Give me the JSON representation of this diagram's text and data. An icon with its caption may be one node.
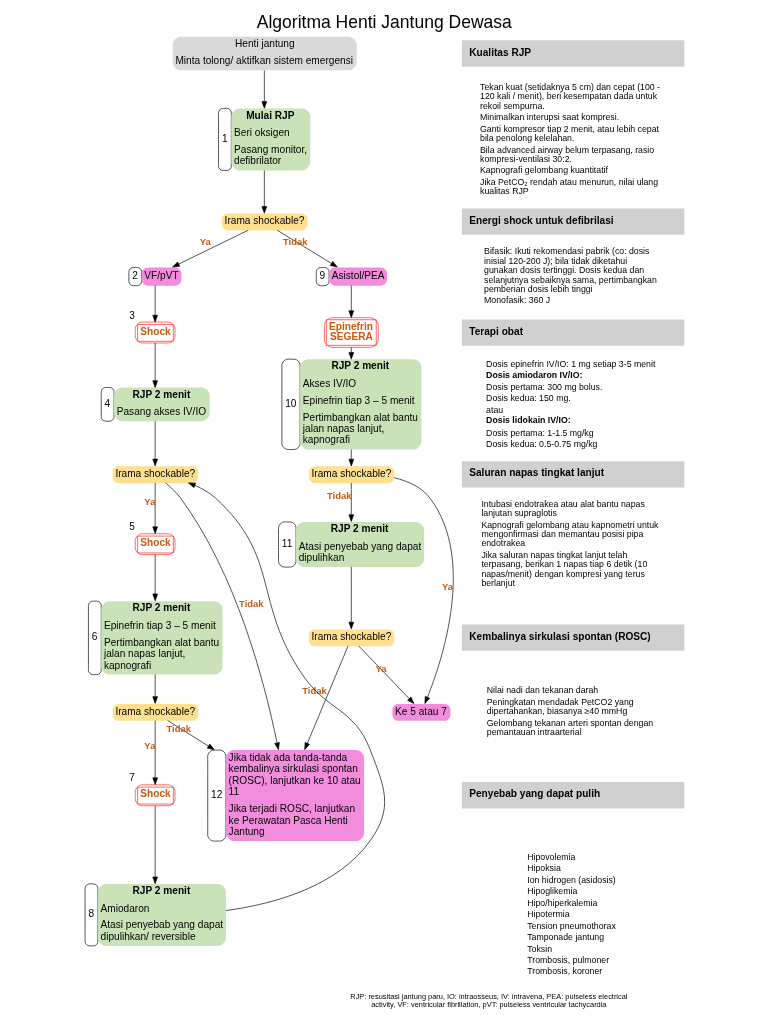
{
  "diagram": {
    "title": "Algoritma Henti Jantung Dewasa",
    "caption": "RJP: resusitasi jantung paru, IO: intraosseus, IV: intravena, PEA: pulseless electrical activity, VF: ventricular fibrillation, pVT: pulseless ventricular tachycardia",
    "nodes": [
      {
        "text": [
          "Henti jantung",
          "Minta tolong/ aktifkan sistem emergensi"
        ]
      },
      {
        "text": [
          "Mulai RJP",
          "Beri oksigen",
          "Pasang monitor, defibrilator"
        ],
        "beside": [
          "1"
        ]
      },
      {
        "text": [
          "Irama shockable?"
        ]
      },
      {
        "text": [
          "VF/pVT"
        ],
        "beside": [
          "2"
        ]
      },
      {
        "text": [
          "Asistol/PEA"
        ],
        "beside": [
          "9"
        ]
      },
      {
        "text": [
          "Shock"
        ],
        "beside": [
          "3"
        ]
      },
      {
        "text": [
          "Epinefrin SEGERA"
        ]
      },
      {
        "text": [
          "RJP 2 menit",
          "Pasang akses IV/IO"
        ],
        "beside": [
          "4"
        ]
      },
      {
        "text": [
          "RJP 2 menit",
          "Akses IV/IO",
          "Epinefrin tiap 3 – 5 menit",
          "Pertimbangkan alat bantu jalan napas lanjut, kapnografi"
        ],
        "beside": [
          "10"
        ]
      },
      {
        "text": [
          "Irama shockable?"
        ]
      },
      {
        "text": [
          "Shock"
        ],
        "beside": [
          "5"
        ]
      },
      {
        "text": [
          "RJP 2 menit",
          "Epinefrin tiap 3 – 5 menit",
          "Pertimbangkan alat bantu jalan napas lanjut, kapnografi"
        ],
        "beside": [
          "6"
        ]
      },
      {
        "text": [
          "Irama shockable?"
        ]
      },
      {
        "text": [
          "RJP 2 menit",
          "Atasi penyebab yang dapat dipulihkan"
        ],
        "beside": [
          "11"
        ]
      },
      {
        "text": [
          "Irama shockable?"
        ]
      },
      {
        "text": [
          "Shock"
        ],
        "beside": [
          "7"
        ]
      },
      {
        "text": [
          "Irama shockable?"
        ]
      },
      {
        "text": [
          "RJP 2 menit",
          "Amiodaron",
          "Atasi penyebab yang dapat dipulihkan/ reversible"
        ],
        "beside": [
          "8"
        ]
      },
      {
        "text": [
          "Jika tidak ada tanda-tanda kembalinya sirkulasi spontan (ROSC), lanjutkan ke 10 atau 11",
          "Jika terjadi ROSC, lanjutkan ke Perawatan Pasca Henti Jantung"
        ],
        "beside": [
          "12"
        ]
      },
      {
        "text": [
          "Ke 5 atau 7"
        ]
      },
      {
        "text": [
          "Kualitas RJP"
        ]
      },
      {
        "text": [
          "Energi shock untuk defibrilasi"
        ]
      },
      {
        "text": [
          "Terapi obat"
        ]
      },
      {
        "text": [
          "Saluran napas tingkat lanjut"
        ]
      },
      {
        "text": [
          "Kembalinya sirkulasi spontan (ROSC)"
        ]
      },
      {
        "text": [
          "Penyebab yang dapat pulih"
        ]
      }
    ],
    "edges": [
      {
        "from": 0,
        "to": 1,
        "arrow": "to"
      },
      {
        "from": 1,
        "to": 2,
        "arrow": "to"
      },
      {
        "from": 2,
        "to": 3,
        "arrow": "to",
        "label": "Ya"
      },
      {
        "from": 2,
        "to": 4,
        "arrow": "to",
        "label": "Tidak"
      },
      {
        "from": 3,
        "to": 5,
        "arrow": "to"
      },
      {
        "from": 5,
        "to": 7,
        "arrow": "to"
      },
      {
        "from": 4,
        "to": 6,
        "arrow": "to"
      },
      {
        "from": 6,
        "to": 8,
        "arrow": "to"
      },
      {
        "from": 7,
        "to": 9,
        "arrow": "to"
      },
      {
        "from": 9,
        "to": 10,
        "arrow": "to",
        "label": "Ya"
      },
      {
        "from": 9,
        "to": 18,
        "arrow": "to",
        "label": "Tidak"
      },
      {
        "from": 10,
        "to": 11,
        "arrow": "to"
      },
      {
        "from": 8,
        "to": 12,
        "arrow": "to"
      },
      {
        "from": 12,
        "to": 19,
        "arrow": "to",
        "label": "Ya"
      },
      {
        "from": 12,
        "to": 13,
        "arrow": "to",
        "label": "Tidak"
      },
      {
        "from": 11,
        "to": 14,
        "arrow": "to"
      },
      {
        "from": 14,
        "to": 18,
        "arrow": "to",
        "label": "Tidak"
      },
      {
        "from": 14,
        "to": 15,
        "arrow": "to",
        "label": "Ya"
      },
      {
        "from": 13,
        "to": 16,
        "arrow": "to"
      },
      {
        "from": 16,
        "to": 18,
        "arrow": "to",
        "label": "Tidak"
      },
      {
        "from": 16,
        "to": 19,
        "arrow": "to",
        "label": "Ya"
      },
      {
        "from": 15,
        "to": 17,
        "arrow": "to"
      },
      {
        "from": 17,
        "to": 9,
        "arrow": "to"
      }
    ],
    "labels": [
      "Tekan kuat (setidaknya 5 cm) dan cepat (100 - 120 kali / menit), beri kesempatan dada untuk rekoil sempurna.",
      "Minimalkan interupsi saat kompresi.",
      "Ganti kompresor tiap 2 menit, atau lebih cepat bila penolong kelelahan.",
      "Bila advanced airway belum terpasang, rasio kompresi-ventilasi 30:2.",
      "Kapnografi gelombang kuantitatif",
      "Jika PetCO₂ rendah atau menurun, nilai ulang kualitas RJP",
      "Bifasik: Ikuti rekomendasi pabrik (co: dosis inisial 120-200 J); bila tidak diketahui gunakan dosis tertinggi. Dosis kedua dan selanjutnya sebaiknya sama, pertimbangkan pemberian dosis lebih tinggi",
      "Monofasik: 360 J",
      "Dosis epinefrin IV/IO: 1 mg setiap 3-5 menit",
      "Dosis amiodaron IV/IO:",
      "Dosis pertama: 300 mg bolus.",
      "Dosis kedua: 150 mg.",
      "atau",
      "Dosis lidokain IV/IO:",
      "Dosis pertama: 1-1.5 mg/kg",
      "Dosis kedua: 0.5-0.75 mg/kg",
      "Intubasi endotrakea atau alat bantu napas lanjutan supraglotis",
      "Kapnografi gelombang atau kapnometri untuk mengonfirmasi dan memantau posisi pipa endotrakea",
      "Jika saluran napas tingkat lanjut telah terpasang, berikan 1 napas tiap 6 detik (10 napas/menit) dengan kompresi yang terus berlanjut",
      "Nilai nadi dan tekanan darah",
      "Peningkatan mendadak PetCO2 yang dipertahankan, biasanya ≥40 mmHg",
      "Gelombang tekanan arteri spontan dengan pemantauan intraarterial",
      "Hipovolemia",
      "Hipoksia",
      "Ion hidrogen (asidosis)",
      "Hipoglikemia",
      "Hipo/hiperkalemia",
      "Hipotermia",
      "Tension pneumothorax",
      "Tamponade jantung",
      "Toksin",
      "Trombosis, pulmoner",
      "Trombosis, koroner"
    ]
  }
}
